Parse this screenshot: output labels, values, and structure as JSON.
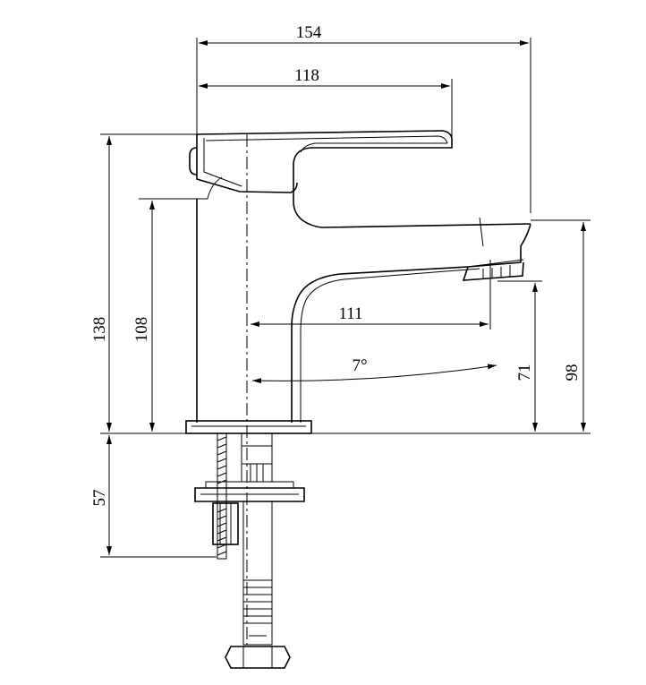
{
  "dimensions": {
    "overall_width": "154",
    "handle_reach": "118",
    "spout_reach": "111",
    "spout_angle": "7°",
    "total_height": "138",
    "body_height": "108",
    "outlet_height": "71",
    "spout_top_height": "98",
    "below_deck_length": "57"
  },
  "colors": {
    "line": "#000000",
    "background": "#ffffff"
  }
}
